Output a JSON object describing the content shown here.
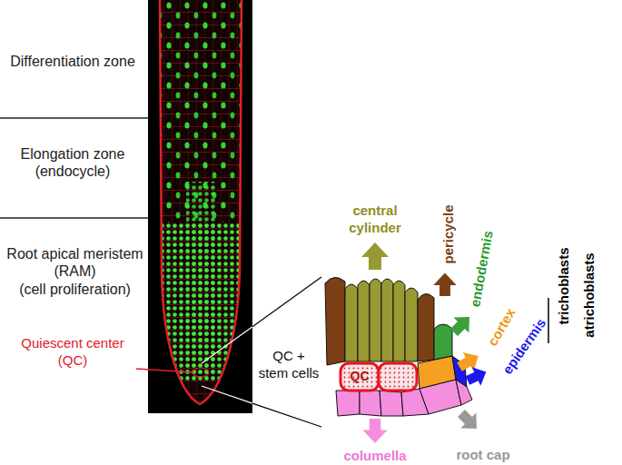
{
  "diagram": {
    "nodes": [
      {
        "text": [
          "QC"
        ]
      }
    ],
    "labels": [
      "Differentiation zone",
      "Elongation zone (endocycle)",
      "Root apical meristem (RAM)",
      "(cell proliferation)",
      "Quiescent center (QC)",
      "central cylinder",
      "pericycle",
      "endodermis",
      "trichoblasts",
      "atrichoblasts",
      "cortex",
      "epidermis",
      "QC + stem cells",
      "columella",
      "root cap"
    ]
  }
}
